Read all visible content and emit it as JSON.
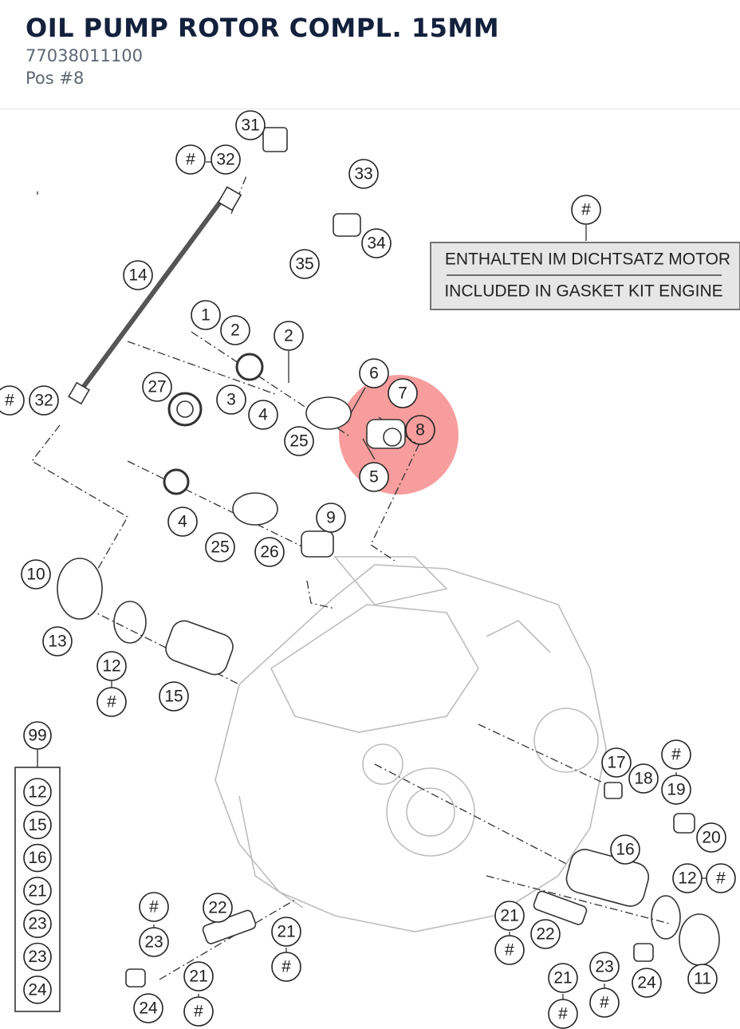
{
  "header": {
    "title": "OIL PUMP ROTOR COMPL. 15MM",
    "part_number": "77038011100",
    "position": "Pos #8"
  },
  "diagram": {
    "highlight_color": "#f47c7c",
    "note": {
      "callout": "#",
      "line1": "ENTHALTEN IM DICHTSATZ MOTOR",
      "line2": "INCLUDED IN GASKET KIT ENGINE"
    },
    "kit": {
      "label": "99",
      "items": [
        "12",
        "15",
        "16",
        "21",
        "23",
        "23",
        "24"
      ]
    },
    "callouts": [
      {
        "id": "c31",
        "label": "31",
        "highlighted": false
      },
      {
        "id": "c32a-hash",
        "label": "#",
        "highlighted": false
      },
      {
        "id": "c32a",
        "label": "32",
        "highlighted": false
      },
      {
        "id": "c33",
        "label": "33",
        "highlighted": false
      },
      {
        "id": "c34",
        "label": "34",
        "highlighted": false
      },
      {
        "id": "c35",
        "label": "35",
        "highlighted": false
      },
      {
        "id": "c14",
        "label": "14",
        "highlighted": false
      },
      {
        "id": "c1",
        "label": "1",
        "highlighted": false
      },
      {
        "id": "c2a",
        "label": "2",
        "highlighted": false
      },
      {
        "id": "c2b",
        "label": "2",
        "highlighted": false
      },
      {
        "id": "c6",
        "label": "6",
        "highlighted": false
      },
      {
        "id": "c7",
        "label": "7",
        "highlighted": false
      },
      {
        "id": "c8",
        "label": "8",
        "highlighted": true
      },
      {
        "id": "c5",
        "label": "5",
        "highlighted": false
      },
      {
        "id": "c27",
        "label": "27",
        "highlighted": false
      },
      {
        "id": "c3",
        "label": "3",
        "highlighted": false
      },
      {
        "id": "c4a",
        "label": "4",
        "highlighted": false
      },
      {
        "id": "c25a",
        "label": "25",
        "highlighted": false
      },
      {
        "id": "c32b-hash",
        "label": "#",
        "highlighted": false
      },
      {
        "id": "c32b",
        "label": "32",
        "highlighted": false
      },
      {
        "id": "c4b",
        "label": "4",
        "highlighted": false
      },
      {
        "id": "c25b",
        "label": "25",
        "highlighted": false
      },
      {
        "id": "c26",
        "label": "26",
        "highlighted": false
      },
      {
        "id": "c9",
        "label": "9",
        "highlighted": false
      },
      {
        "id": "c10",
        "label": "10",
        "highlighted": false
      },
      {
        "id": "c13",
        "label": "13",
        "highlighted": false
      },
      {
        "id": "c12a",
        "label": "12",
        "highlighted": false
      },
      {
        "id": "c12a-hash",
        "label": "#",
        "highlighted": false
      },
      {
        "id": "c15",
        "label": "15",
        "highlighted": false
      },
      {
        "id": "c17",
        "label": "17",
        "highlighted": false
      },
      {
        "id": "c18",
        "label": "18",
        "highlighted": false
      },
      {
        "id": "c19-hash",
        "label": "#",
        "highlighted": false
      },
      {
        "id": "c19",
        "label": "19",
        "highlighted": false
      },
      {
        "id": "c20",
        "label": "20",
        "highlighted": false
      },
      {
        "id": "c16",
        "label": "16",
        "highlighted": false
      },
      {
        "id": "c12b",
        "label": "12",
        "highlighted": false
      },
      {
        "id": "c12b-hash",
        "label": "#",
        "highlighted": false
      },
      {
        "id": "c11",
        "label": "11",
        "highlighted": false
      },
      {
        "id": "c21a",
        "label": "21",
        "highlighted": false
      },
      {
        "id": "c21a-hash",
        "label": "#",
        "highlighted": false
      },
      {
        "id": "c22a",
        "label": "22",
        "highlighted": false
      },
      {
        "id": "c21b",
        "label": "21",
        "highlighted": false
      },
      {
        "id": "c21b-hash",
        "label": "#",
        "highlighted": false
      },
      {
        "id": "c23a",
        "label": "23",
        "highlighted": false
      },
      {
        "id": "c23a-hash",
        "label": "#",
        "highlighted": false
      },
      {
        "id": "c24a",
        "label": "24",
        "highlighted": false
      },
      {
        "id": "c23b-hash",
        "label": "#",
        "highlighted": false
      },
      {
        "id": "c23b",
        "label": "23",
        "highlighted": false
      },
      {
        "id": "c22b",
        "label": "22",
        "highlighted": false
      },
      {
        "id": "c21c",
        "label": "21",
        "highlighted": false
      },
      {
        "id": "c21c-hash",
        "label": "#",
        "highlighted": false
      },
      {
        "id": "c24b",
        "label": "24",
        "highlighted": false
      },
      {
        "id": "c21d",
        "label": "21",
        "highlighted": false
      },
      {
        "id": "c21d-hash",
        "label": "#",
        "highlighted": false
      }
    ]
  }
}
